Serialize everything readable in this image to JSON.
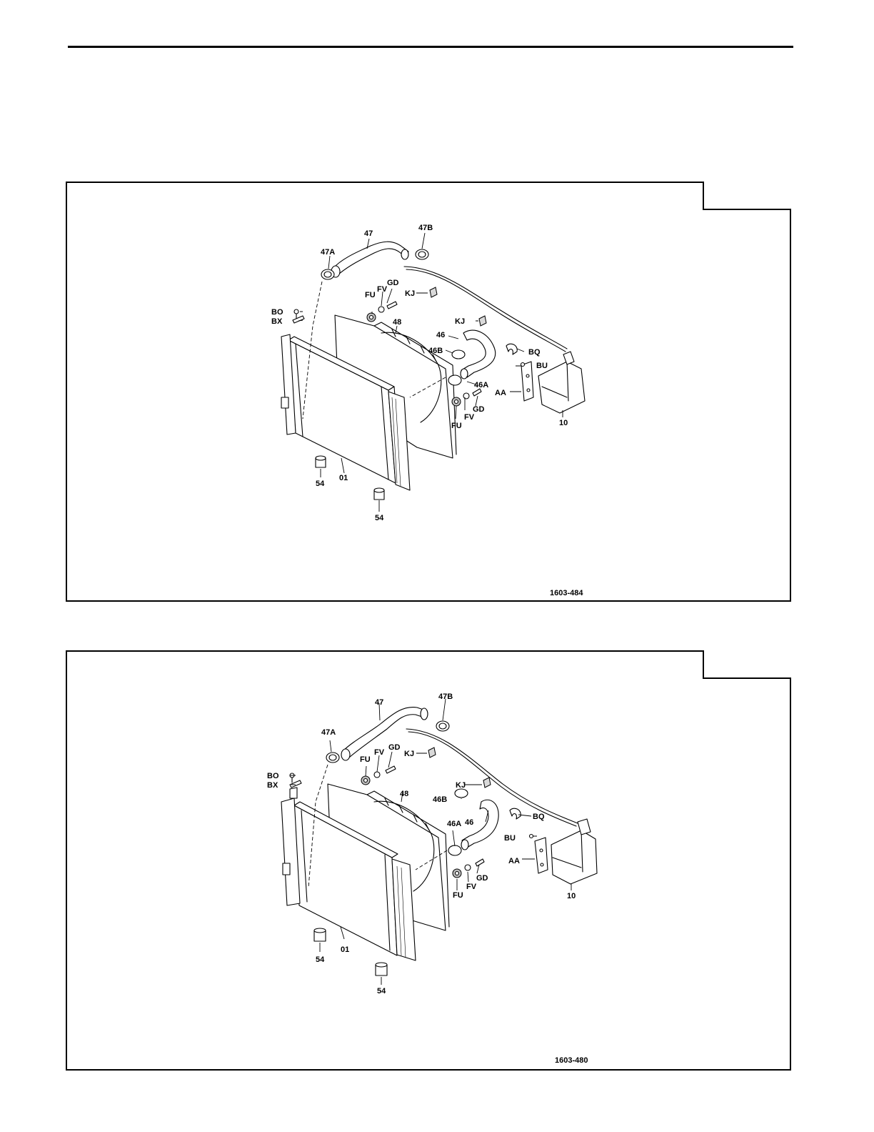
{
  "diagrams": [
    {
      "figure_code": "1603-484",
      "labels": {
        "l47": "47",
        "l47B": "47B",
        "l47A": "47A",
        "GD": "GD",
        "FV": "FV",
        "FU": "FU",
        "KJ1": "KJ",
        "BO": "BO",
        "BX": "BX",
        "l48": "48",
        "KJ2": "KJ",
        "l46": "46",
        "l46B": "46B",
        "BQ": "BQ",
        "BU": "BU",
        "l46A": "46A",
        "AA": "AA",
        "FV2": "FV",
        "GD2": "GD",
        "FU2": "FU",
        "l10": "10",
        "l54a": "54",
        "l01": "01",
        "l54b": "54"
      }
    },
    {
      "figure_code": "1603-480",
      "labels": {
        "l47": "47",
        "l47B": "47B",
        "l47A": "47A",
        "GD": "GD",
        "FV": "FV",
        "FU": "FU",
        "KJ1": "KJ",
        "BO": "BO",
        "BX": "BX",
        "l48": "48",
        "KJ2": "KJ",
        "l46B": "46B",
        "BQ": "BQ",
        "l46A": "46A",
        "l46": "46",
        "BU": "BU",
        "AA": "AA",
        "GD2": "GD",
        "FV2": "FV",
        "FU2": "FU",
        "l10": "10",
        "l54a": "54",
        "l01": "01",
        "l54b": "54"
      }
    }
  ]
}
